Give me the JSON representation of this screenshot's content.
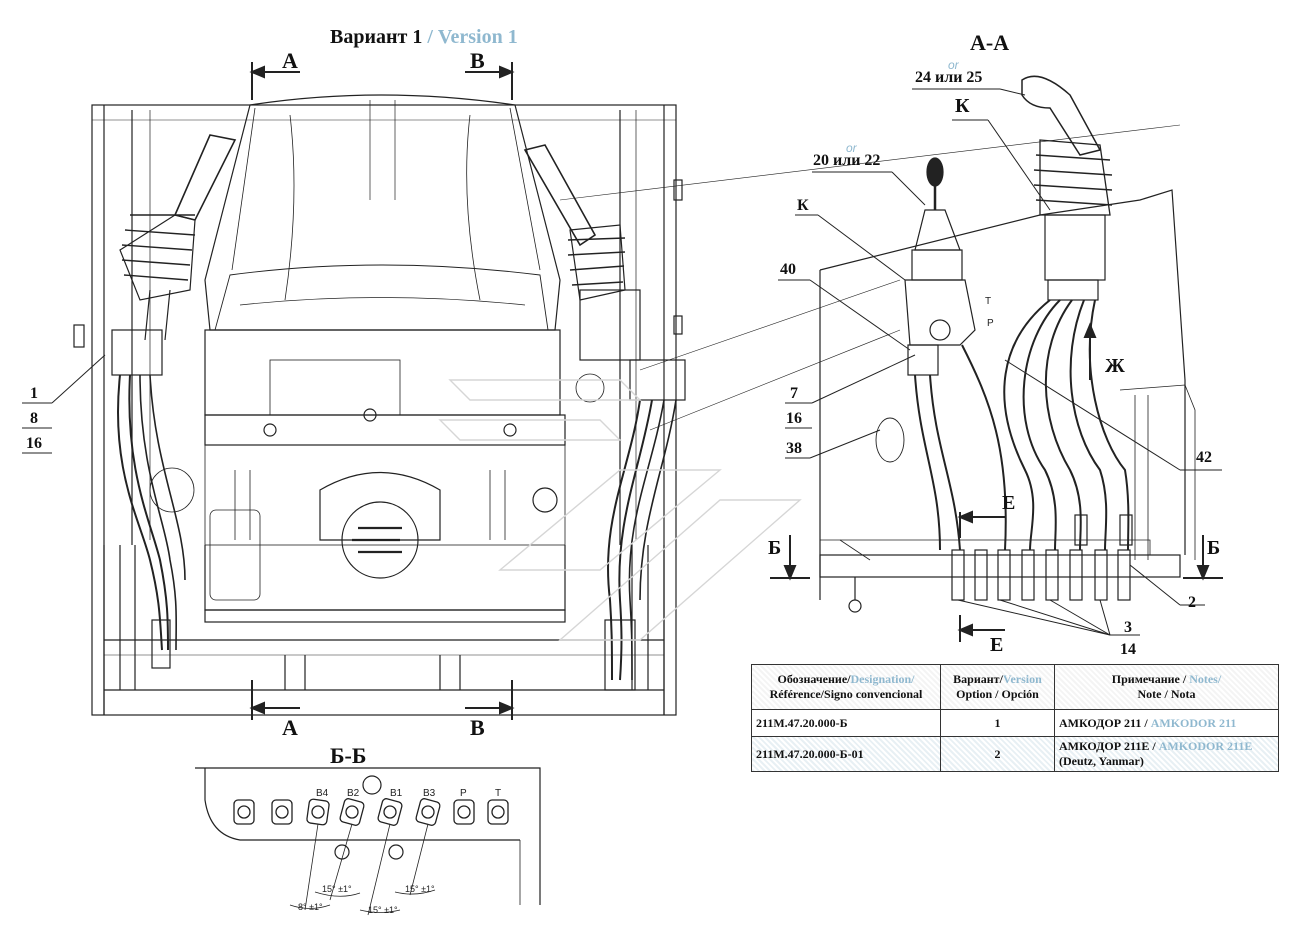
{
  "title": {
    "ru": "Вариант 1",
    "sep": " / ",
    "en": "Version 1"
  },
  "sections": {
    "aa": "А-А",
    "bb_title": "Б-Б",
    "a_top": "A",
    "b_top": "B",
    "a_bottom": "A",
    "b_bottom": "B",
    "bb_left": "Б",
    "bb_right": "Б",
    "e_top": "Е",
    "e_bottom": "Е",
    "zh": "Ж",
    "k_top": "К",
    "k_left": "К"
  },
  "callouts": {
    "c1": "1",
    "c8": "8",
    "c16": "16",
    "c24_25": "24 или 25",
    "or1": "or",
    "c20_22": "20 или 22",
    "or2": "or",
    "c40": "40",
    "c7": "7",
    "c16b": "16",
    "c38": "38",
    "c42": "42",
    "c2": "2",
    "c3": "3",
    "c14": "14"
  },
  "ports": [
    "B4",
    "B2",
    "B1",
    "B3",
    "P",
    "T"
  ],
  "valve_letters": {
    "t": "T",
    "p": "P"
  },
  "angles": {
    "a1": "8° ±1°",
    "a2": "15° ±1°",
    "a3": "15° ±1°",
    "a4": "15° ±1°"
  },
  "table": {
    "headers": [
      {
        "ru": "Обозначение/",
        "en": "Designation/",
        "rest": "Référence/Signo convencional"
      },
      {
        "ru": "Вариант/",
        "en": "Version",
        "rest": "Option / Opción"
      },
      {
        "ru": "Примечание / ",
        "en": "Notes/",
        "rest": "Note / Nota"
      }
    ],
    "rows": [
      {
        "designation": "211М.47.20.000-Б",
        "version": "1",
        "note_ru": "АМКОДОР 211 / ",
        "note_en": "AMKODOR 211",
        "note_extra": ""
      },
      {
        "designation": "211М.47.20.000-Б-01",
        "version": "2",
        "note_ru": "АМКОДОР 211Е / ",
        "note_en": "AMKODOR 211E",
        "note_extra": " (Deutz, Yanmar)"
      }
    ]
  }
}
